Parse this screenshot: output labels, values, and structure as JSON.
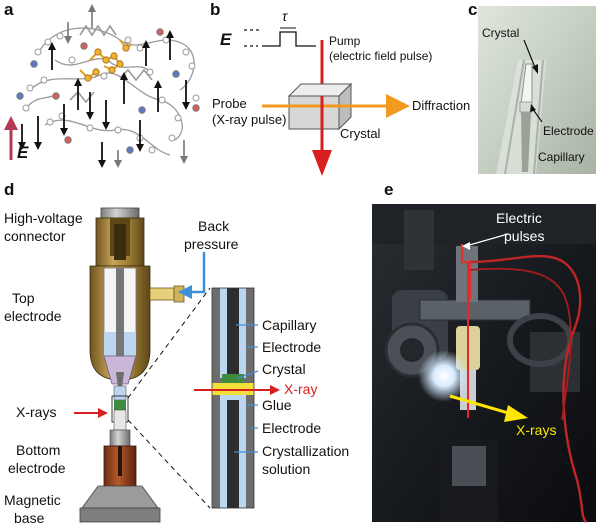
{
  "panels": {
    "a": {
      "letter": "a",
      "field_symbol": "E"
    },
    "b": {
      "letter": "b",
      "field_symbol": "E",
      "tau_symbol": "τ",
      "pump_label": "Pump",
      "pump_sublabel": "(electric field pulse)",
      "probe_label": "Probe",
      "probe_sublabel": "(X-ray pulse)",
      "diffraction_label": "Diffraction",
      "crystal_label": "Crystal"
    },
    "c": {
      "letter": "c",
      "crystal_label": "Crystal",
      "electrode_label": "Electrode",
      "capillary_label": "Capillary"
    },
    "d": {
      "letter": "d",
      "hv_connector_label_1": "High-voltage",
      "hv_connector_label_2": "connector",
      "back_pressure_label_1": "Back",
      "back_pressure_label_2": "pressure",
      "top_electrode_label_1": "Top",
      "top_electrode_label_2": "electrode",
      "xrays_label": "X-rays",
      "bottom_electrode_label_1": "Bottom",
      "bottom_electrode_label_2": "electrode",
      "magnetic_base_label_1": "Magnetic",
      "magnetic_base_label_2": "base",
      "detail_capillary_label": "Capillary",
      "detail_electrode_top_label": "Electrode",
      "detail_crystal_label": "Crystal",
      "detail_xray_label": "X-ray",
      "detail_glue_label": "Glue",
      "detail_electrode_bottom_label": "Electrode",
      "detail_solution_label_1": "Crystallization",
      "detail_solution_label_2": "solution"
    },
    "e": {
      "letter": "e",
      "electric_pulses_label_1": "Electric",
      "electric_pulses_label_2": "pulses",
      "xrays_label": "X-rays"
    }
  },
  "colors": {
    "field_arrow": "#b23a55",
    "pump_arrow": "#d81e1e",
    "probe_arrow": "#f39a1e",
    "back_pressure_arrow": "#3d8fd8",
    "xray_red": "#d81e1e",
    "xray_yellow": "#ffe600",
    "capillary_blue": "#cfe3f5",
    "glue_yellow": "#f2e03a",
    "brass": "#b08a3a",
    "copper": "#9a4a25"
  }
}
